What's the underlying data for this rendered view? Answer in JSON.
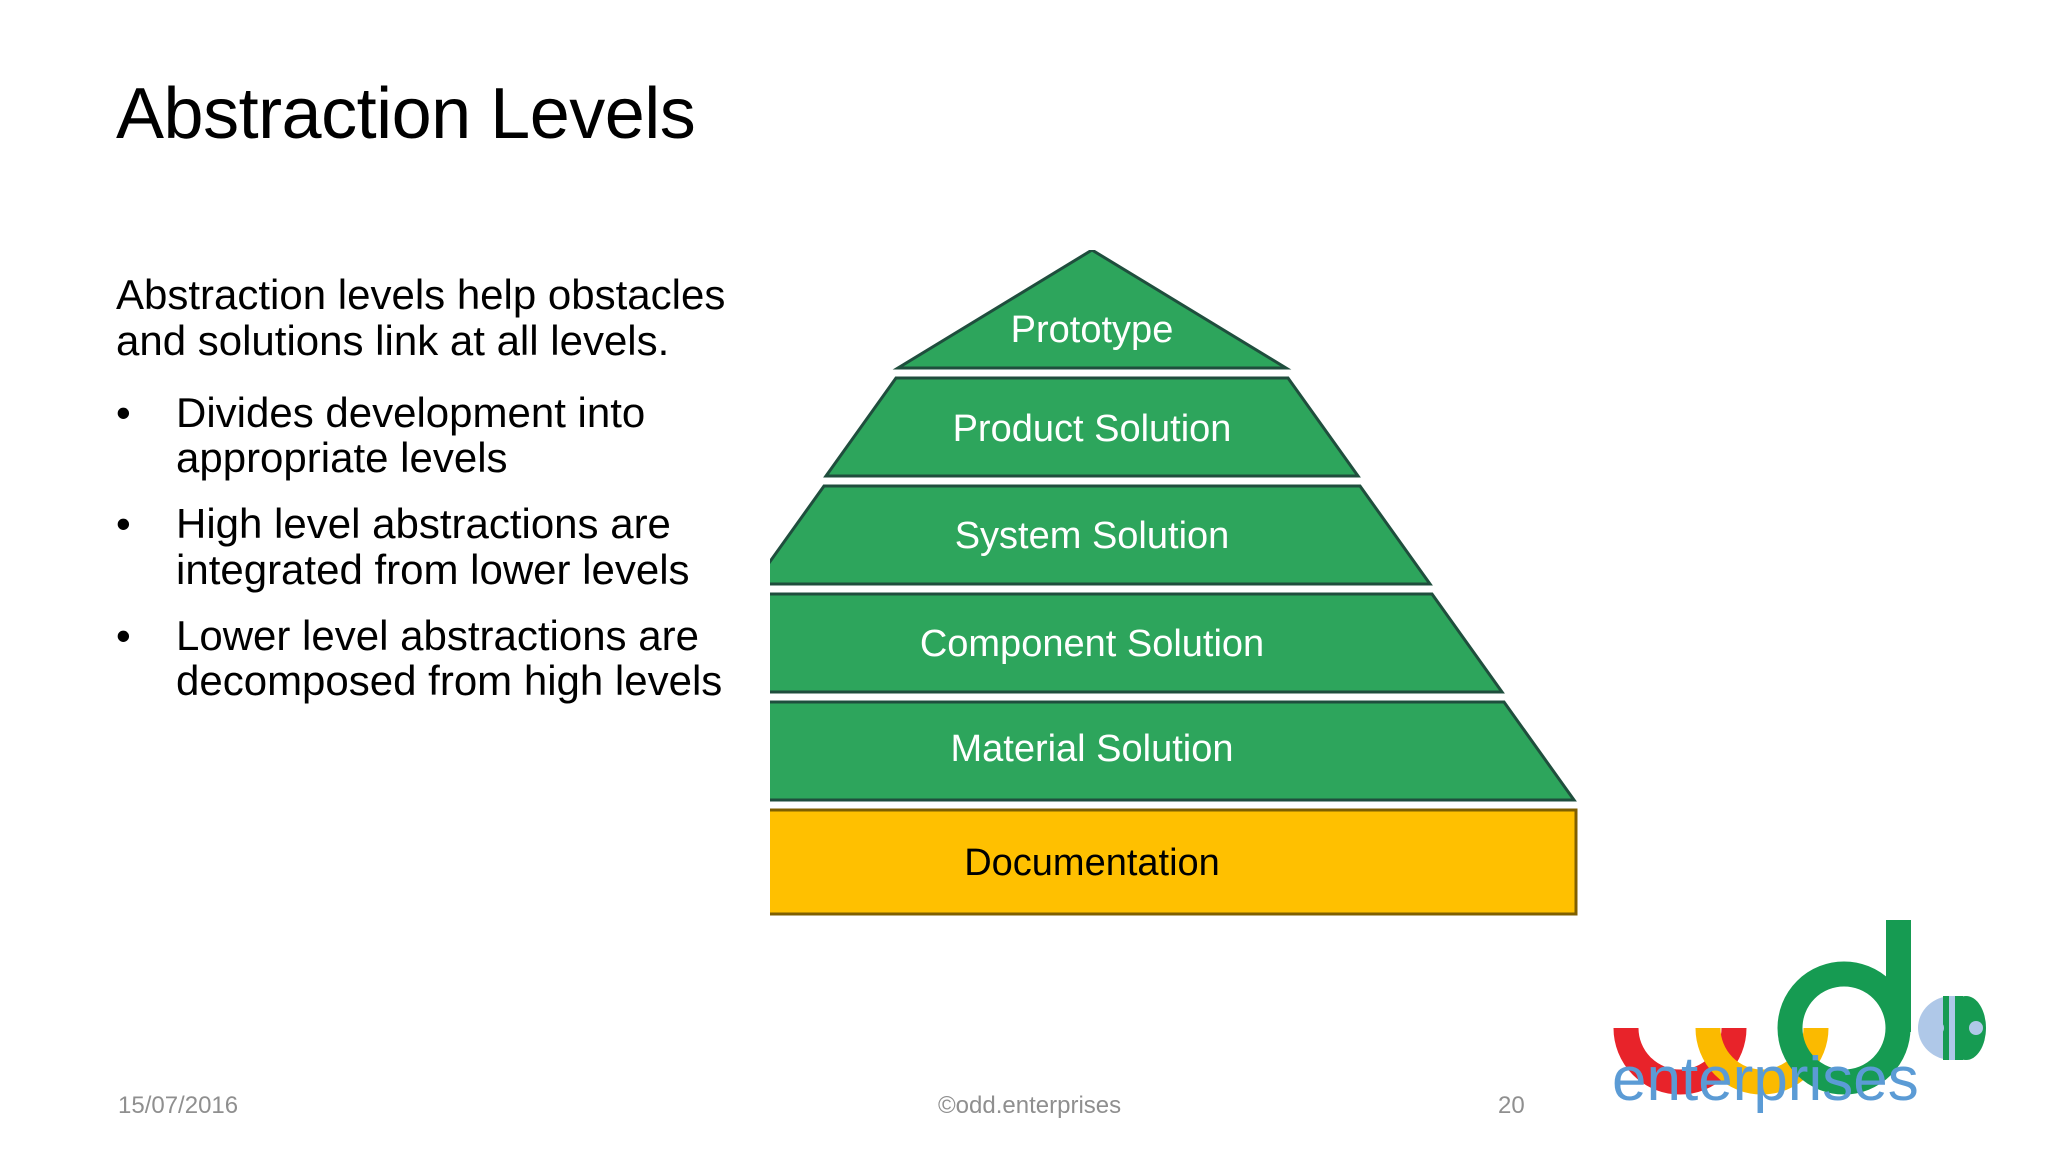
{
  "slide": {
    "title": "Abstraction Levels",
    "intro": "Abstraction levels help obstacles and solutions link at all levels.",
    "bullet_marker": "•",
    "bullets": [
      "Divides development into appropriate levels",
      "High level abstractions are integrated from lower levels",
      "Lower level abstractions are decomposed from high levels"
    ]
  },
  "pyramid": {
    "green_fill": "#2DA55C",
    "green_stroke": "#1F4E3D",
    "orange_fill": "#FFC000",
    "orange_stroke": "#7F5F00",
    "levels": [
      {
        "label": "Prototype",
        "fill": "#2DA55C",
        "text_color": "#FFFFFF"
      },
      {
        "label": "Product Solution",
        "fill": "#2DA55C",
        "text_color": "#FFFFFF"
      },
      {
        "label": "System Solution",
        "fill": "#2DA55C",
        "text_color": "#FFFFFF"
      },
      {
        "label": "Component Solution",
        "fill": "#2DA55C",
        "text_color": "#FFFFFF"
      },
      {
        "label": "Material Solution",
        "fill": "#2DA55C",
        "text_color": "#FFFFFF"
      },
      {
        "label": "Documentation",
        "fill": "#FFC000",
        "text_color": "#000000"
      }
    ]
  },
  "footer": {
    "date": "15/07/2016",
    "copyright": "©odd.enterprises",
    "page_number": "20"
  },
  "logo": {
    "wordmark": "enterprises",
    "wordmark_color": "#5b9bd5",
    "arc_colors": [
      "#E8232A",
      "#FBBA00",
      "#169B52"
    ],
    "dot_ring_color": "#AFC8E8",
    "dot_core_color": "#169B52"
  }
}
